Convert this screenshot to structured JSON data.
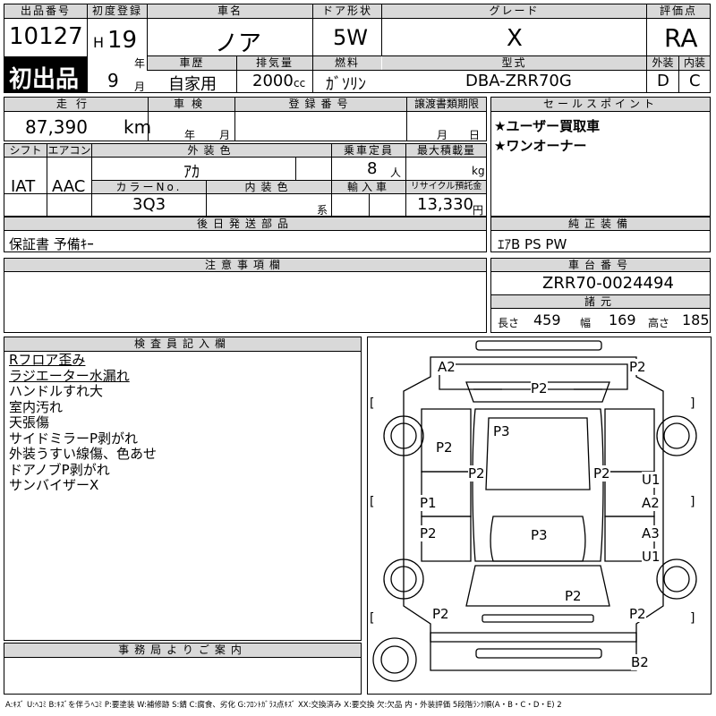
{
  "header": {
    "lot_label": "出品番号",
    "lot_number": "10127",
    "first_listing": "初出品",
    "reg_label": "初度登録",
    "era": "H",
    "year": "19",
    "year_unit": "年",
    "month": "9",
    "month_unit": "月",
    "car_name_label": "車名",
    "car_name": "ノア",
    "door_label": "ドア形状",
    "door": "5W",
    "grade_label": "グレード",
    "grade": "X",
    "score_label": "評価点",
    "score": "RA",
    "history_label": "車歴",
    "history": "自家用",
    "displacement_label": "排気量",
    "displacement": "2000",
    "displacement_unit": "cc",
    "fuel_label": "燃料",
    "fuel": "ｶﾞｿﾘﾝ",
    "model_label": "型式",
    "model": "DBA-ZRR70G",
    "exterior_label": "外装",
    "exterior": "D",
    "interior_label": "内装",
    "interior": "C"
  },
  "row2": {
    "mileage_label": "走行",
    "mileage": "87,390",
    "mileage_unit": "km",
    "inspection_label": "車検",
    "insp_year_unit": "年",
    "insp_month_unit": "月",
    "plate_label": "登録番号",
    "transfer_label": "譲渡書類期限",
    "transfer_month_unit": "月",
    "transfer_day_unit": "日",
    "sales_label": "セールスポイント",
    "sales_points": [
      "★ユーザー買取車",
      "★ワンオーナー"
    ]
  },
  "row3": {
    "shift_label": "シフト",
    "shift": "IAT",
    "ac_label": "エアコン",
    "ac": "AAC",
    "ext_color_label": "外装色",
    "ext_color": "ｱｶ",
    "capacity_label": "乗車定員",
    "capacity": "8",
    "capacity_unit": "人",
    "load_label": "最大積載量",
    "load_unit": "kg",
    "color_no_label": "カラーNo.",
    "color_no": "3Q3",
    "int_color_label": "内装色",
    "int_color_unit": "系",
    "import_label": "輸入車",
    "recycle_label": "リサイクル預託金",
    "recycle": "13,330",
    "recycle_unit": "円"
  },
  "parts": {
    "label": "後日発送部品",
    "value": "保証書 予備ｷｰ"
  },
  "equipment": {
    "label": "純正装備",
    "value": "ｴｱB PS PW"
  },
  "notes": {
    "label": "注意事項欄"
  },
  "chassis": {
    "label": "車台番号",
    "value": "ZRR70-0024494"
  },
  "specs": {
    "label": "諸元",
    "length_label": "長さ",
    "length": "459",
    "width_label": "幅",
    "width": "169",
    "height_label": "高さ",
    "height": "185"
  },
  "inspector": {
    "label": "検査員記入欄",
    "lines": [
      "Rフロア歪み",
      "ラジエーター水漏れ",
      "ハンドルすれ大",
      "室内汚れ",
      "天張傷",
      "サイドミラーP剥がれ",
      "外装うすい線傷、色あせ",
      "ドアノブP剥がれ",
      "サンバイザーX"
    ]
  },
  "office": {
    "label": "事務局よりご案内"
  },
  "legend": "A:ｷｽﾞ U:ﾍｺﾐ B:ｷｽﾞを伴うﾍｺﾐ P:要塗装 W:補修跡 S:錆 C:腐食、劣化 G:ﾌﾛﾝﾄｶﾞﾗｽ点ｷｽﾞ XX:交換済み X:要交換 欠:欠品 内・外装評価 5段階ﾗﾝｸ順(A・B・C・D・E) 2",
  "diagram": {
    "marks": [
      "A2",
      "P2",
      "P2",
      "P3",
      "P2",
      "P2",
      "P2",
      "U1",
      "A2",
      "P1",
      "P2",
      "P3",
      "A3",
      "U1",
      "P2",
      "P2",
      "P2",
      "B2"
    ],
    "brackets": [
      "[",
      "]",
      "[",
      "]",
      "[",
      "]"
    ]
  }
}
